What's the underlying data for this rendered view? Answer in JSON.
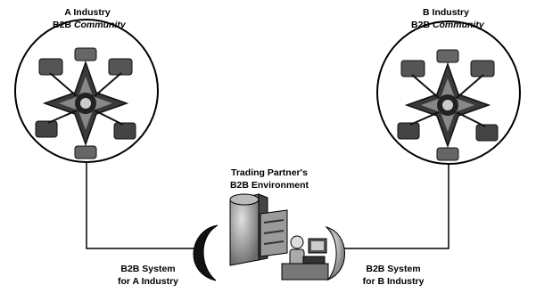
{
  "communities": {
    "a": {
      "line1": "A Industry",
      "line2_prefix": "B2B ",
      "line2_em": "Community"
    },
    "b": {
      "line1": "B Industry",
      "line2_prefix": "B2B ",
      "line2_em": "Community"
    }
  },
  "partner": {
    "line1": "Trading Partner's",
    "line2": "B2B Environment"
  },
  "systems": {
    "a": {
      "line1": "B2B System",
      "line2": "for A Industry"
    },
    "b": {
      "line1": "B2B System",
      "line2": "for B Industry"
    }
  },
  "icons": {
    "community_cluster": "network-cluster-icon",
    "server": "server-stack-icon",
    "workstation": "person-at-computer-icon",
    "connector_left": "crescent-left-icon",
    "connector_right": "crescent-right-icon"
  }
}
